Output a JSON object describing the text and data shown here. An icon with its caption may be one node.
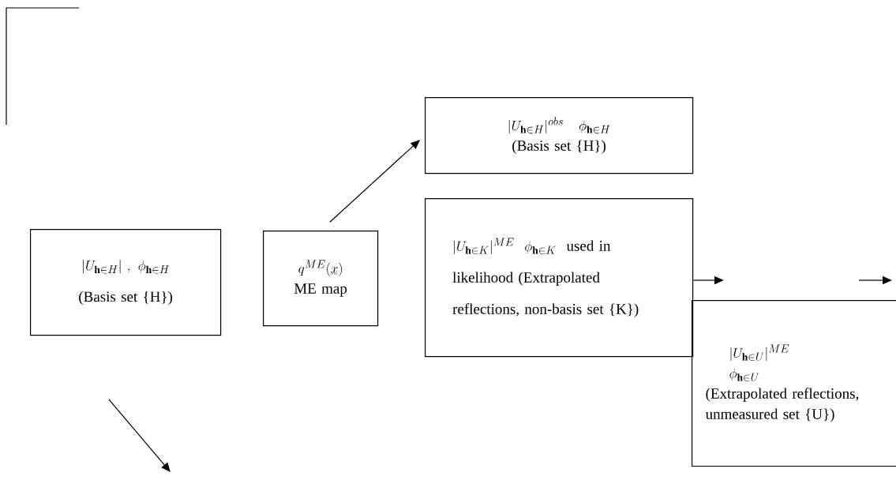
{
  "diagram": {
    "nodes": [
      {
        "text": [
          "|U_{\\mathbf{h}\\in H}|\\ ,\\ \\phi_{\\mathbf{h}\\in H}",
          "(Basis set {H})"
        ]
      },
      {
        "text": [
          "q^{ME}(\\underline{x})",
          "ME map"
        ]
      },
      {
        "text": [
          "|U_{\\mathbf{h}\\in H}|^{obs}\\quad\\phi_{\\mathbf{h}\\in H}",
          "(Basis set {H})"
        ]
      },
      {
        "text": [
          "|U_{\\mathbf{h}\\in K}|^{ME}\\ \\ \\phi_{\\mathbf{h}\\in K}",
          "used in likelihood (Extrapolated reflections, non-basis set {K})"
        ]
      },
      {
        "text": [
          "|U_{\\mathbf{h}\\in U}|^{ME}",
          "\\phi_{\\mathbf{h}\\in U}",
          "(Extrapolated reflections, unmeasured set {U})"
        ]
      }
    ],
    "edges": [
      {
        "from": 1,
        "to": 2,
        "arrow": "to"
      },
      {
        "from": 3,
        "to": null,
        "arrow": "to"
      }
    ]
  }
}
